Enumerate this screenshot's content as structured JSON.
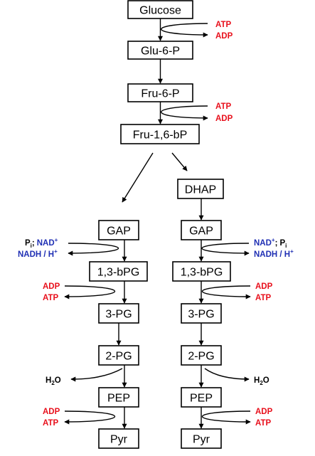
{
  "colors": {
    "red": "#e8101c",
    "blue": "#1f2fb4",
    "black": "#000000"
  },
  "nodes": {
    "glucose": "Glucose",
    "glu6p": "Glu-6-P",
    "fru6p": "Fru-6-P",
    "fru16bp": "Fru-1,6-bP",
    "dhap": "DHAP",
    "left": {
      "gap": "GAP",
      "bpg": "1,3-bPG",
      "pg3": "3-PG",
      "pg2": "2-PG",
      "pep": "PEP",
      "pyr": "Pyr"
    },
    "right": {
      "gap": "GAP",
      "bpg": "1,3-bPG",
      "pg3": "3-PG",
      "pg2": "2-PG",
      "pep": "PEP",
      "pyr": "Pyr"
    }
  },
  "labels": {
    "atp": "ATP",
    "adp": "ADP",
    "p": "P",
    "i": "i",
    "semicolon": ";",
    "nad": "NAD",
    "plus": "+",
    "nadh": "NADH / H",
    "h": "H",
    "two": "2",
    "o": "O"
  }
}
